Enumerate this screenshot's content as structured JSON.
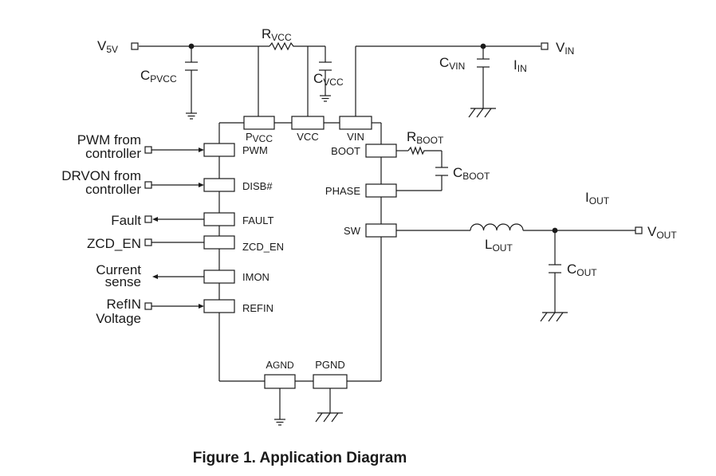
{
  "external": {
    "v5v": {
      "main": "V",
      "sub": "5V"
    },
    "vin": {
      "main": "V",
      "sub": "IN"
    },
    "iin": {
      "main": "I",
      "sub": "IN"
    },
    "iout": {
      "main": "I",
      "sub": "OUT"
    },
    "vout": {
      "main": "V",
      "sub": "OUT"
    },
    "pwm": [
      "PWM from",
      "controller"
    ],
    "drvon": [
      "DRVON from",
      "controller"
    ],
    "fault": "Fault",
    "zcd": "ZCD_EN",
    "current": [
      "Current",
      "sense"
    ],
    "refin": [
      "RefIN",
      "Voltage"
    ]
  },
  "components": {
    "cpvcc": {
      "main": "C",
      "sub": "PVCC"
    },
    "rvcc": {
      "main": "R",
      "sub": "VCC"
    },
    "cvcc": {
      "main": "C",
      "sub": "VCC"
    },
    "cvin": {
      "main": "C",
      "sub": "VIN"
    },
    "rboot": {
      "main": "R",
      "sub": "BOOT"
    },
    "cboot": {
      "main": "C",
      "sub": "BOOT"
    },
    "lout": {
      "main": "L",
      "sub": "OUT"
    },
    "cout": {
      "main": "C",
      "sub": "OUT"
    }
  },
  "pins": {
    "pvcc": {
      "main": "P",
      "sub": "VCC"
    },
    "vcc": "VCC",
    "vin": "VIN",
    "pwm": "PWM",
    "disb": "DISB#",
    "fault": "FAULT",
    "zcd": "ZCD_EN",
    "imon": "IMON",
    "refin": "REFIN",
    "boot": "BOOT",
    "phase": "PHASE",
    "sw": "SW",
    "agnd": {
      "main": "A",
      "sub": "GND"
    },
    "pgnd": "PGND"
  },
  "caption": "Figure 1. Application Diagram"
}
